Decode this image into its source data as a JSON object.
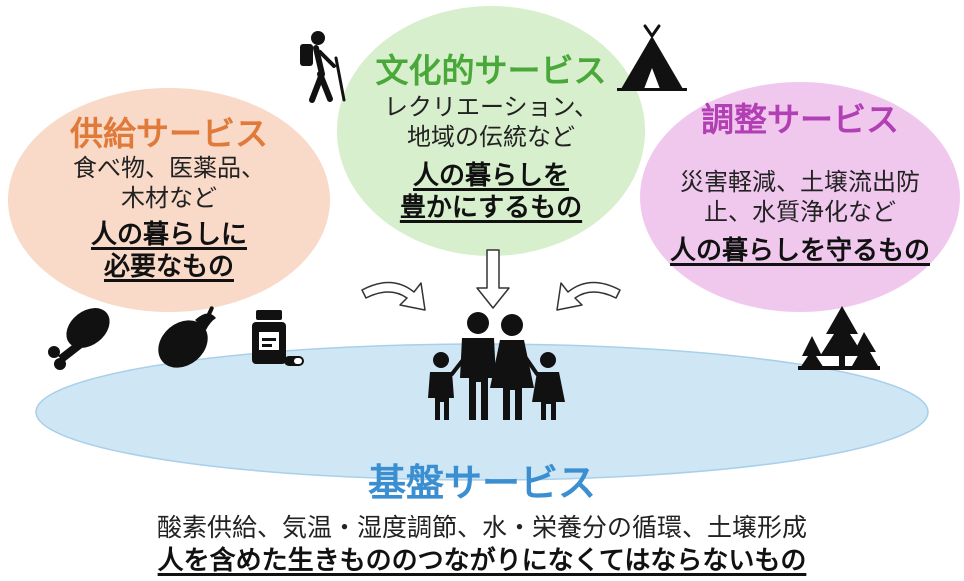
{
  "supply_service": {
    "title": "供給サービス",
    "desc_lines": [
      "食べ物、医薬品、",
      "木材など"
    ],
    "emph_lines": [
      "人の暮らしに",
      "必要なもの"
    ]
  },
  "cultural_service": {
    "title": "文化的サービス",
    "desc_lines": [
      "レクリエーション、",
      "地域の伝統など"
    ],
    "emph_lines": [
      "人の暮らしを",
      "豊かにするもの"
    ]
  },
  "regulating_service": {
    "title": "調整サービス",
    "desc_lines": [
      "災害軽減、土壌流出防",
      "止、水質浄化など"
    ],
    "emph_lines": [
      "人の暮らしを守るもの"
    ]
  },
  "base_service": {
    "title": "基盤サービス",
    "desc": "酸素供給、気温・湿度調節、水・栄養分の循環、土壌形成",
    "emph": "人を含めた生きもののつながりになくてはならないもの"
  },
  "icons": [
    "hiker-icon",
    "tent-icon",
    "chicken-leg-icon",
    "eggplant-icon",
    "medicine-bottle-icon",
    "forest-icon",
    "family-icon",
    "arrow-icon"
  ],
  "colors": {
    "supply_circle": "#f9d9c8",
    "supply_title": "#e07a3a",
    "culture_circle": "#d7efcc",
    "culture_title": "#4aa83a",
    "regulate_circle": "#f0c8ee",
    "regulate_title": "#b23fb4",
    "base_ellipse": "#cfe6f5",
    "base_title": "#3b8fd1",
    "icon": "#111111"
  }
}
